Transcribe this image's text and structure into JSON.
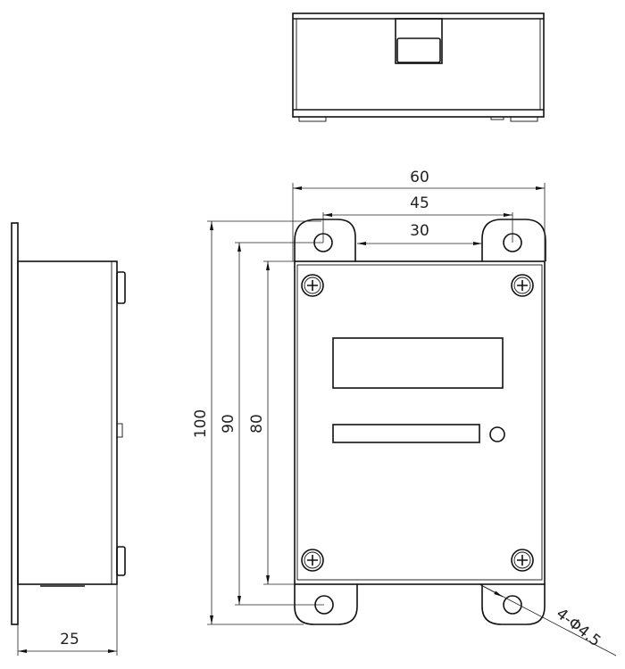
{
  "dimensions": {
    "width_overall": "60",
    "hole_spacing_x": "45",
    "inner_gap": "30",
    "height_overall": "100",
    "hole_spacing_y": "90",
    "body_height": "80",
    "depth": "25",
    "hole_callout": "4-Φ4.5"
  }
}
